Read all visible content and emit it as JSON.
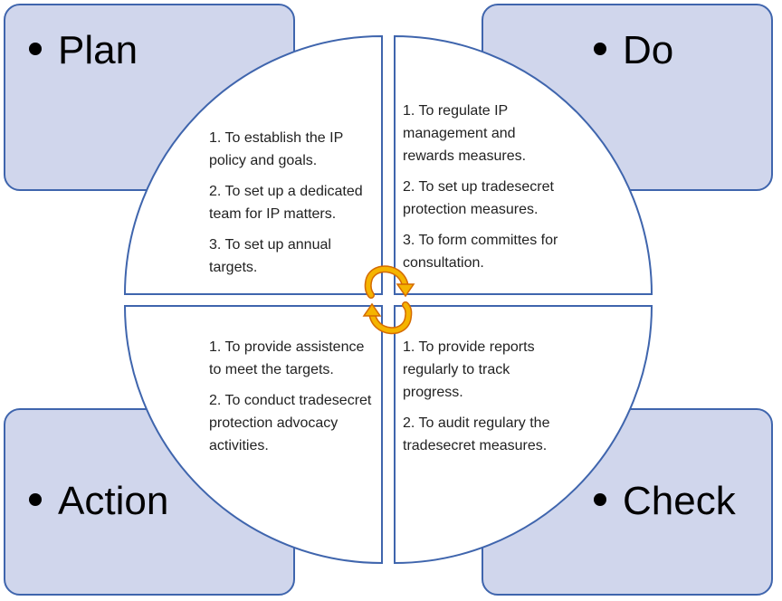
{
  "colors": {
    "box_fill": "#d0d6ec",
    "box_border": "#3f65ad",
    "circle_fill": "#ffffff",
    "arrow_fill": "#f5b400",
    "arrow_stroke": "#d46a00"
  },
  "quadrants": {
    "plan": {
      "label": "Plan",
      "items": [
        "1. To establish the IP policy and goals.",
        "2. To set up a dedicated team for IP matters.",
        "3. To set up annual targets."
      ]
    },
    "do": {
      "label": "Do",
      "items": [
        "1. To regulate IP management and rewards measures.",
        "2. To set up tradesecret protection measures.",
        "3. To form committes for consultation."
      ]
    },
    "action": {
      "label": "Action",
      "items": [
        "1. To provide assistence to meet the targets.",
        "2. To conduct tradesecret protection advocacy activities."
      ]
    },
    "check": {
      "label": "Check",
      "items": [
        "1. To provide reports regularly to track progress.",
        "2. To audit regulary the tradesecret measures."
      ]
    }
  }
}
